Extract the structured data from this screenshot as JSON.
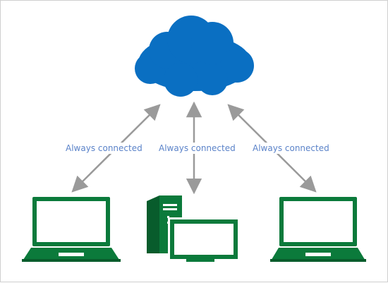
{
  "diagram": {
    "connections": [
      {
        "label": "Always connected",
        "from": "cloud",
        "to": "left-laptop"
      },
      {
        "label": "Always connected",
        "from": "cloud",
        "to": "desktop-computer"
      },
      {
        "label": "Always connected",
        "from": "cloud",
        "to": "right-laptop"
      }
    ],
    "colors": {
      "cloud": "#0a6fc2",
      "device": "#0b7a3b",
      "device_dark": "#085c2c",
      "arrow": "#9a9a9a",
      "label": "#5b83c9"
    }
  }
}
